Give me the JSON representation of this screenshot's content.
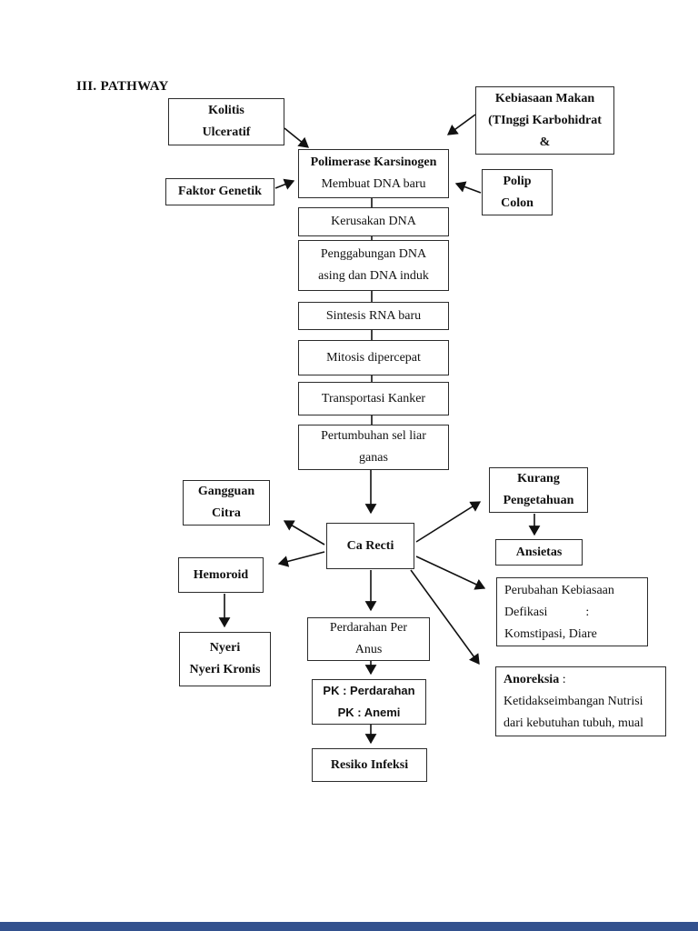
{
  "page": {
    "title": "III. PATHWAY"
  },
  "colors": {
    "box_border": "#2b2b2b",
    "text": "#111111",
    "arrow": "#111111",
    "footer_bar": "#33518e"
  },
  "nodes": {
    "kolitis": {
      "lines": [
        "Kolitis",
        "Ulceratif"
      ]
    },
    "kebiasaan": {
      "lines": [
        "Kebiasaan Makan",
        "(TInggi Karbohidrat",
        "&"
      ]
    },
    "faktor": {
      "lines": [
        "Faktor Genetik"
      ]
    },
    "polip": {
      "lines": [
        "Polip",
        "Colon"
      ]
    },
    "polimerase": {
      "title": "Polimerase Karsinogen",
      "subtitle": "Membuat DNA baru"
    },
    "kerusakan": {
      "lines": [
        "Kerusakan DNA"
      ]
    },
    "penggabungan": {
      "lines": [
        "Penggabungan DNA",
        "asing dan DNA induk"
      ]
    },
    "sintesis": {
      "lines": [
        "Sintesis RNA baru"
      ]
    },
    "mitosis": {
      "lines": [
        "Mitosis dipercepat"
      ]
    },
    "transportasi": {
      "lines": [
        "Transportasi Kanker"
      ]
    },
    "pertumbuhan": {
      "lines": [
        "Pertumbuhan sel liar",
        "ganas"
      ]
    },
    "ca_recti": {
      "lines": [
        "Ca Recti"
      ]
    },
    "gangguan": {
      "lines": [
        "Gangguan",
        "Citra"
      ]
    },
    "hemoroid": {
      "lines": [
        "Hemoroid"
      ]
    },
    "nyeri": {
      "lines": [
        "Nyeri",
        "Nyeri Kronis"
      ]
    },
    "kurang": {
      "lines": [
        "Kurang",
        "Pengetahuan"
      ]
    },
    "ansietas": {
      "lines": [
        "Ansietas"
      ]
    },
    "perubahan": {
      "lines": [
        "Perubahan Kebiasaan",
        "Defikasi            :",
        "Komstipasi, Diare"
      ]
    },
    "anoreksia": {
      "title": "Anoreksia",
      "title_suffix": " :",
      "lines": [
        "Ketidakseimbangan Nutrisi",
        "dari kebutuhan tubuh, mual"
      ]
    },
    "perdarahan": {
      "lines": [
        "Perdarahan Per",
        "Anus"
      ]
    },
    "pk": {
      "lines": [
        "PK : Perdarahan",
        "PK : Anemi"
      ]
    },
    "resiko": {
      "lines": [
        "Resiko Infeksi"
      ]
    }
  }
}
